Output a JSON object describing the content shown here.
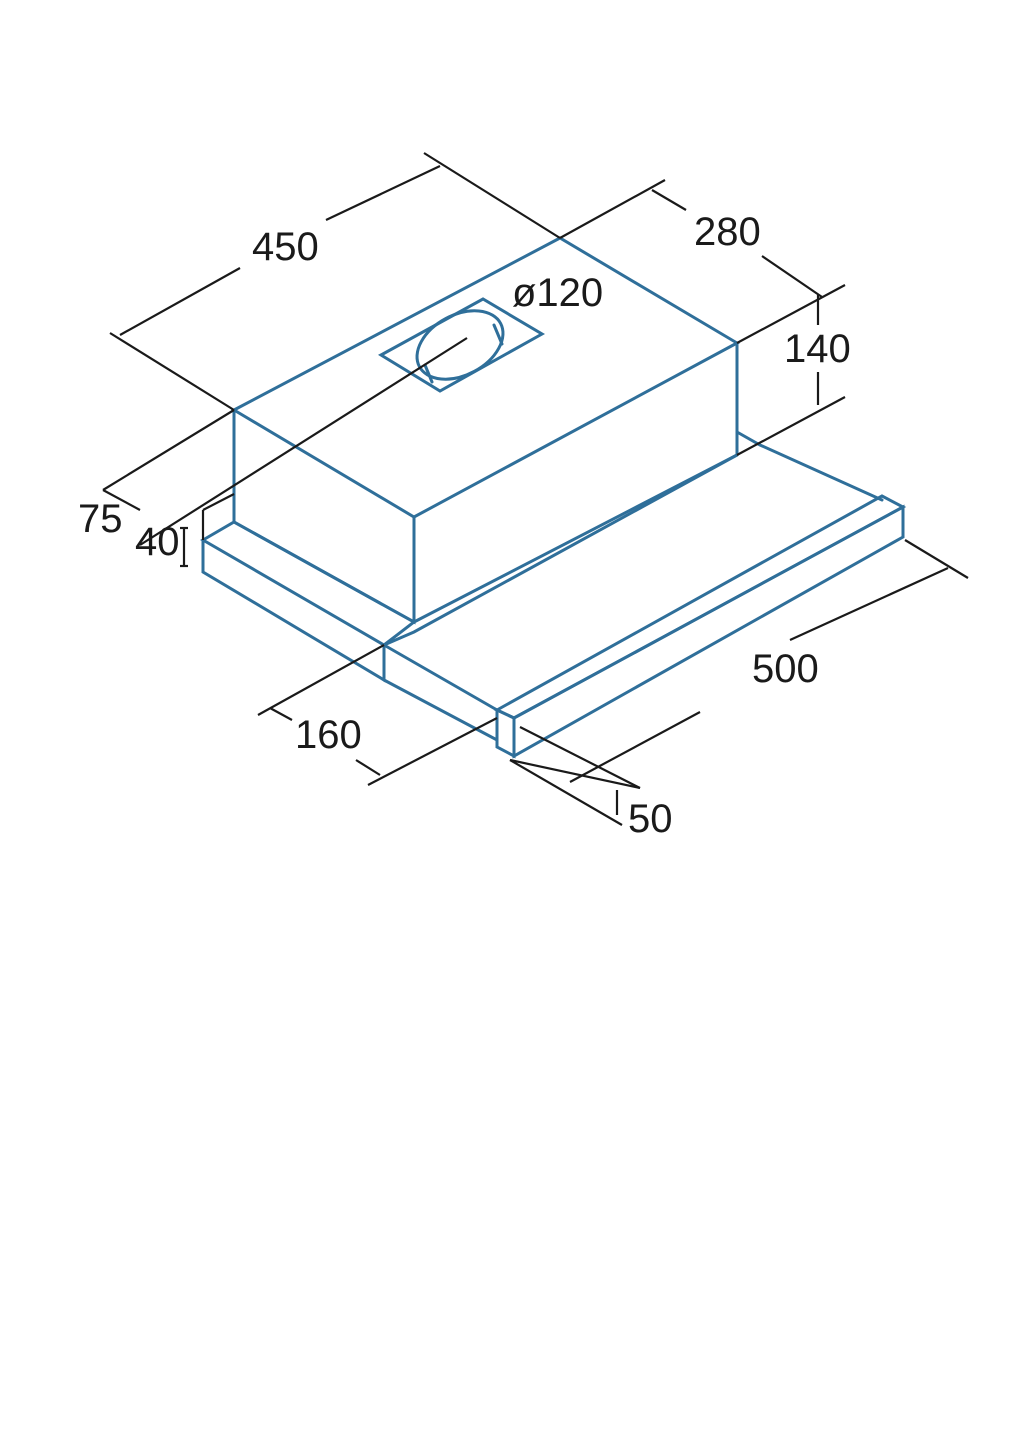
{
  "colors": {
    "outline": "#2f6f9a",
    "dimension": "#1a1a1a",
    "background": "#ffffff"
  },
  "dimensions": {
    "width_450": "450",
    "depth_280": "280",
    "duct_diameter": "ø120",
    "height_140": "140",
    "dim_75": "75",
    "dim_40": "40",
    "dim_160": "160",
    "width_500": "500",
    "dim_50": "50"
  }
}
